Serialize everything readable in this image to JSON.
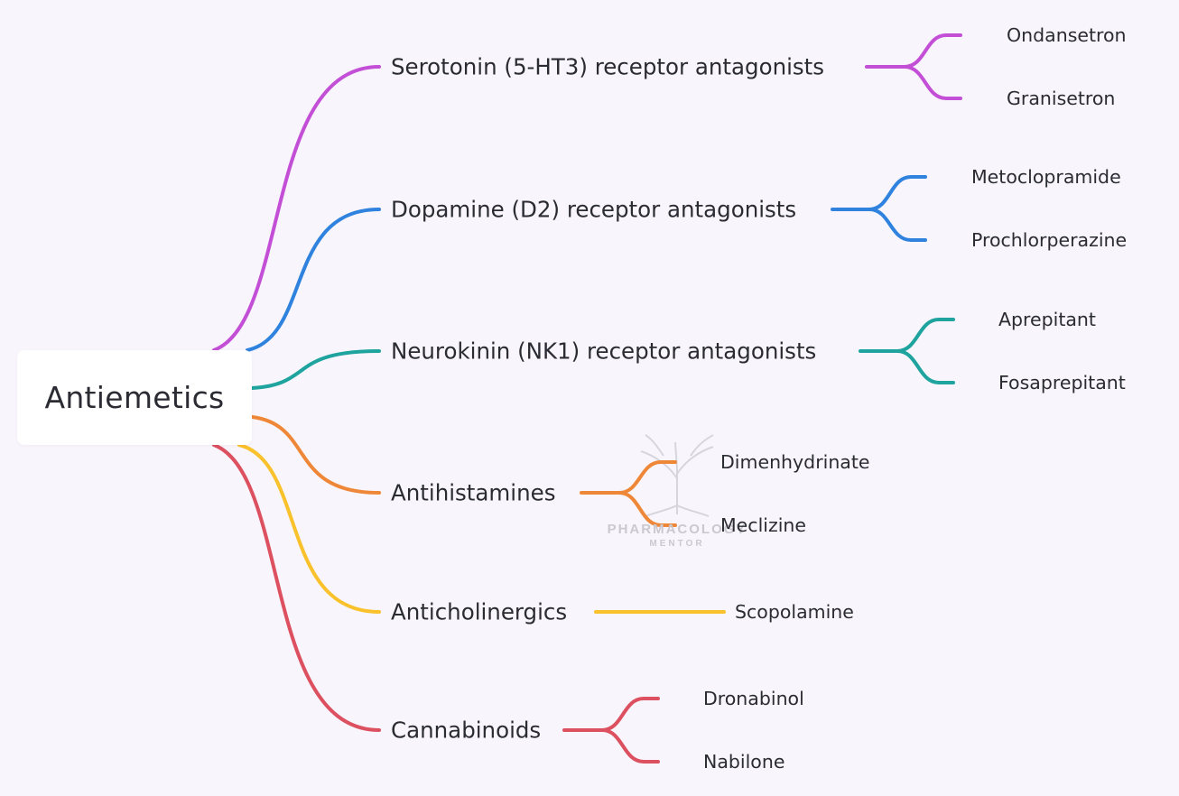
{
  "root": {
    "label": "Antiemetics"
  },
  "watermark": {
    "line1": "PHARMACOLOGY",
    "line2": "MENTOR"
  },
  "branches": [
    {
      "label": "Serotonin (5-HT3) receptor antagonists",
      "color": "#c34fd6",
      "children": [
        "Ondansetron",
        "Granisetron"
      ]
    },
    {
      "label": "Dopamine (D2) receptor antagonists",
      "color": "#2f82dd",
      "children": [
        "Metoclopramide",
        "Prochlorperazine"
      ]
    },
    {
      "label": "Neurokinin (NK1) receptor antagonists",
      "color": "#1ea39e",
      "children": [
        "Aprepitant",
        "Fosaprepitant"
      ]
    },
    {
      "label": "Antihistamines",
      "color": "#ef8738",
      "children": [
        "Dimenhydrinate",
        "Meclizine"
      ]
    },
    {
      "label": "Anticholinergics",
      "color": "#f9c12c",
      "children": [
        "Scopolamine"
      ]
    },
    {
      "label": "Cannabinoids",
      "color": "#dc5060",
      "children": [
        "Dronabinol",
        "Nabilone"
      ]
    }
  ]
}
